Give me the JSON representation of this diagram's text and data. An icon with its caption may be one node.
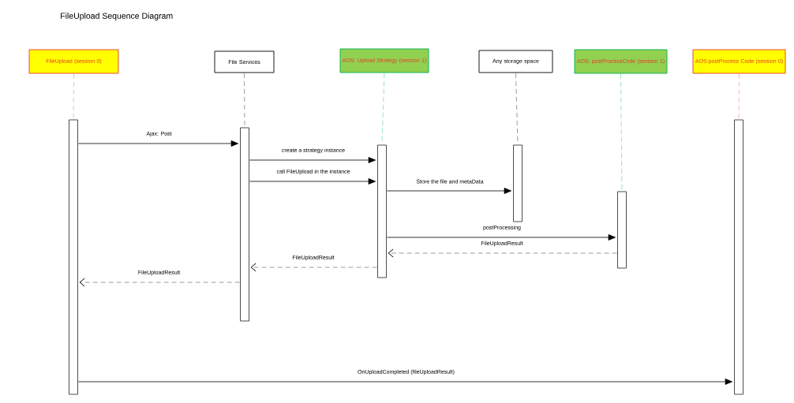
{
  "diagram": {
    "title": "FileUpload Sequence Diagram",
    "nodes": [
      {
        "text": [
          "FileUpload (session 0)"
        ]
      },
      {
        "text": [
          "File Services"
        ]
      },
      {
        "text": [
          "AOS: Upload Strategy (session 1)"
        ]
      },
      {
        "text": [
          "Any storage space"
        ]
      },
      {
        "text": [
          "AOS: postProcessCode (session 1)"
        ]
      },
      {
        "text": [
          "AOS:postProcess Code (session 0)"
        ]
      },
      {
        "text": [],
        "shape": "bar"
      },
      {
        "text": [],
        "shape": "bar"
      },
      {
        "text": [],
        "shape": "bar"
      },
      {
        "text": [],
        "shape": "bar"
      },
      {
        "text": [],
        "shape": "bar"
      },
      {
        "text": [],
        "shape": "bar"
      }
    ],
    "edges": [
      {
        "from": 0,
        "to": 6,
        "arrow": "none",
        "style": "dashed",
        "color": "#e8505b"
      },
      {
        "from": 1,
        "to": 7,
        "arrow": "none",
        "style": "dashed"
      },
      {
        "from": 2,
        "to": 8,
        "arrow": "none",
        "style": "dashed",
        "color": "#00b050"
      },
      {
        "from": 3,
        "to": 9,
        "arrow": "none",
        "style": "dashed"
      },
      {
        "from": 4,
        "to": 10,
        "arrow": "none",
        "style": "dashed",
        "color": "#00b050"
      },
      {
        "from": 5,
        "to": 11,
        "arrow": "none",
        "style": "dashed",
        "color": "#e8505b"
      },
      {
        "from": 6,
        "to": 7,
        "arrow": "to",
        "label": "Ajax: Post"
      },
      {
        "from": 7,
        "to": 8,
        "arrow": "to",
        "label": "create a strategy instance"
      },
      {
        "from": 7,
        "to": 8,
        "arrow": "to",
        "label": "call FileUpload in the instance"
      },
      {
        "from": 8,
        "to": 9,
        "arrow": "to",
        "label": "Store the file and metaData"
      },
      {
        "from": 8,
        "to": 10,
        "arrow": "to",
        "label": "postProcessing"
      },
      {
        "from": 10,
        "to": 8,
        "arrow": "to",
        "label": "FileUploadResult",
        "style": "dashed"
      },
      {
        "from": 8,
        "to": 7,
        "arrow": "to",
        "label": "FileUploadResult",
        "style": "dashed"
      },
      {
        "from": 7,
        "to": 6,
        "arrow": "to",
        "label": "FileUploadResult",
        "style": "dashed"
      },
      {
        "from": 6,
        "to": 11,
        "arrow": "to",
        "label": "OnUploadCompleted (fileUploadResult)"
      }
    ]
  }
}
